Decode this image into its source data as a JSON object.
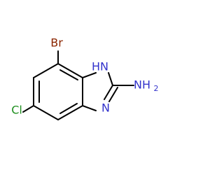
{
  "molecule": {
    "atoms": {
      "br": {
        "label": "Br",
        "color": "#8B2500"
      },
      "cl": {
        "label": "Cl",
        "color": "#1F8F1F"
      },
      "n1": {
        "label": "N",
        "h": "H",
        "color": "#3333CC"
      },
      "n3": {
        "label": "N",
        "color": "#3333CC"
      },
      "nh2": {
        "label": "NH",
        "subscript": "2",
        "color": "#3333CC"
      }
    },
    "bond_color": "#000000"
  }
}
